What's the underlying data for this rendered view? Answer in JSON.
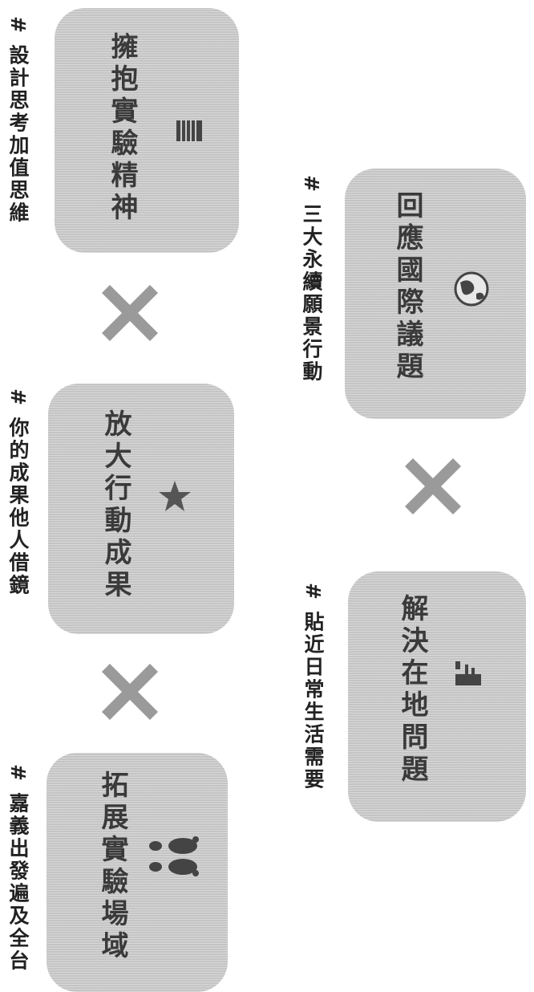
{
  "cards": [
    {
      "title": "擁抱實驗精神",
      "tag": "# 設計思考加值思維",
      "icon": "book-icon"
    },
    {
      "title": "放大行動成果",
      "tag": "# 你的成果他人借鏡",
      "icon": "star-icon"
    },
    {
      "title": "拓展實驗場域",
      "tag": "# 嘉義出發遍及全台",
      "icon": "footprints-icon"
    },
    {
      "title": "回應國際議題",
      "tag": "# 三大永續願景行動",
      "icon": "globe-icon"
    },
    {
      "title": "解決在地問題",
      "tag": "# 貼近日常生活需要",
      "icon": "map-pin-icon"
    }
  ],
  "colors": {
    "card": "#c4c4c4",
    "cross": "#9a9a9a",
    "text": "#3a3a3a"
  }
}
